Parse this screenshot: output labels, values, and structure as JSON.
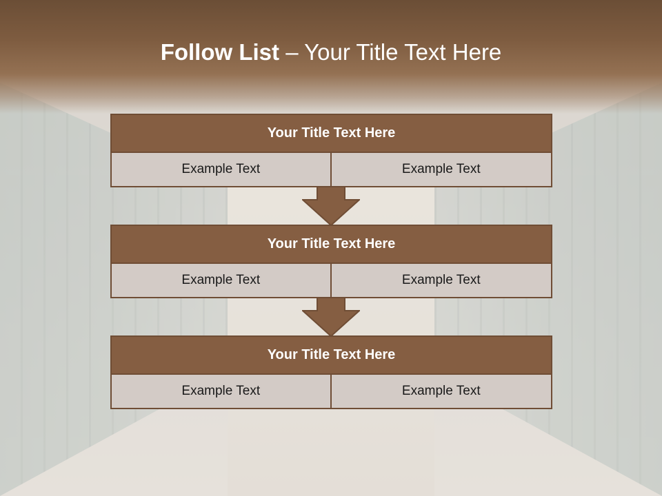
{
  "slide": {
    "title_bold": "Follow List",
    "title_rest": " – Your Title Text Here",
    "blocks": [
      {
        "title": "Your Title Text Here",
        "left": "Example Text",
        "right": "Example Text"
      },
      {
        "title": "Your Title Text Here",
        "left": "Example Text",
        "right": "Example Text"
      },
      {
        "title": "Your Title Text Here",
        "left": "Example Text",
        "right": "Example Text"
      }
    ],
    "arrow_icon": "down-arrow-icon"
  },
  "colors": {
    "header_band": "#7e5c40",
    "block_header": "#855e42",
    "block_border": "#6f4d35",
    "cell_fill": "#d3cbc6",
    "title_text": "#ffffff"
  }
}
